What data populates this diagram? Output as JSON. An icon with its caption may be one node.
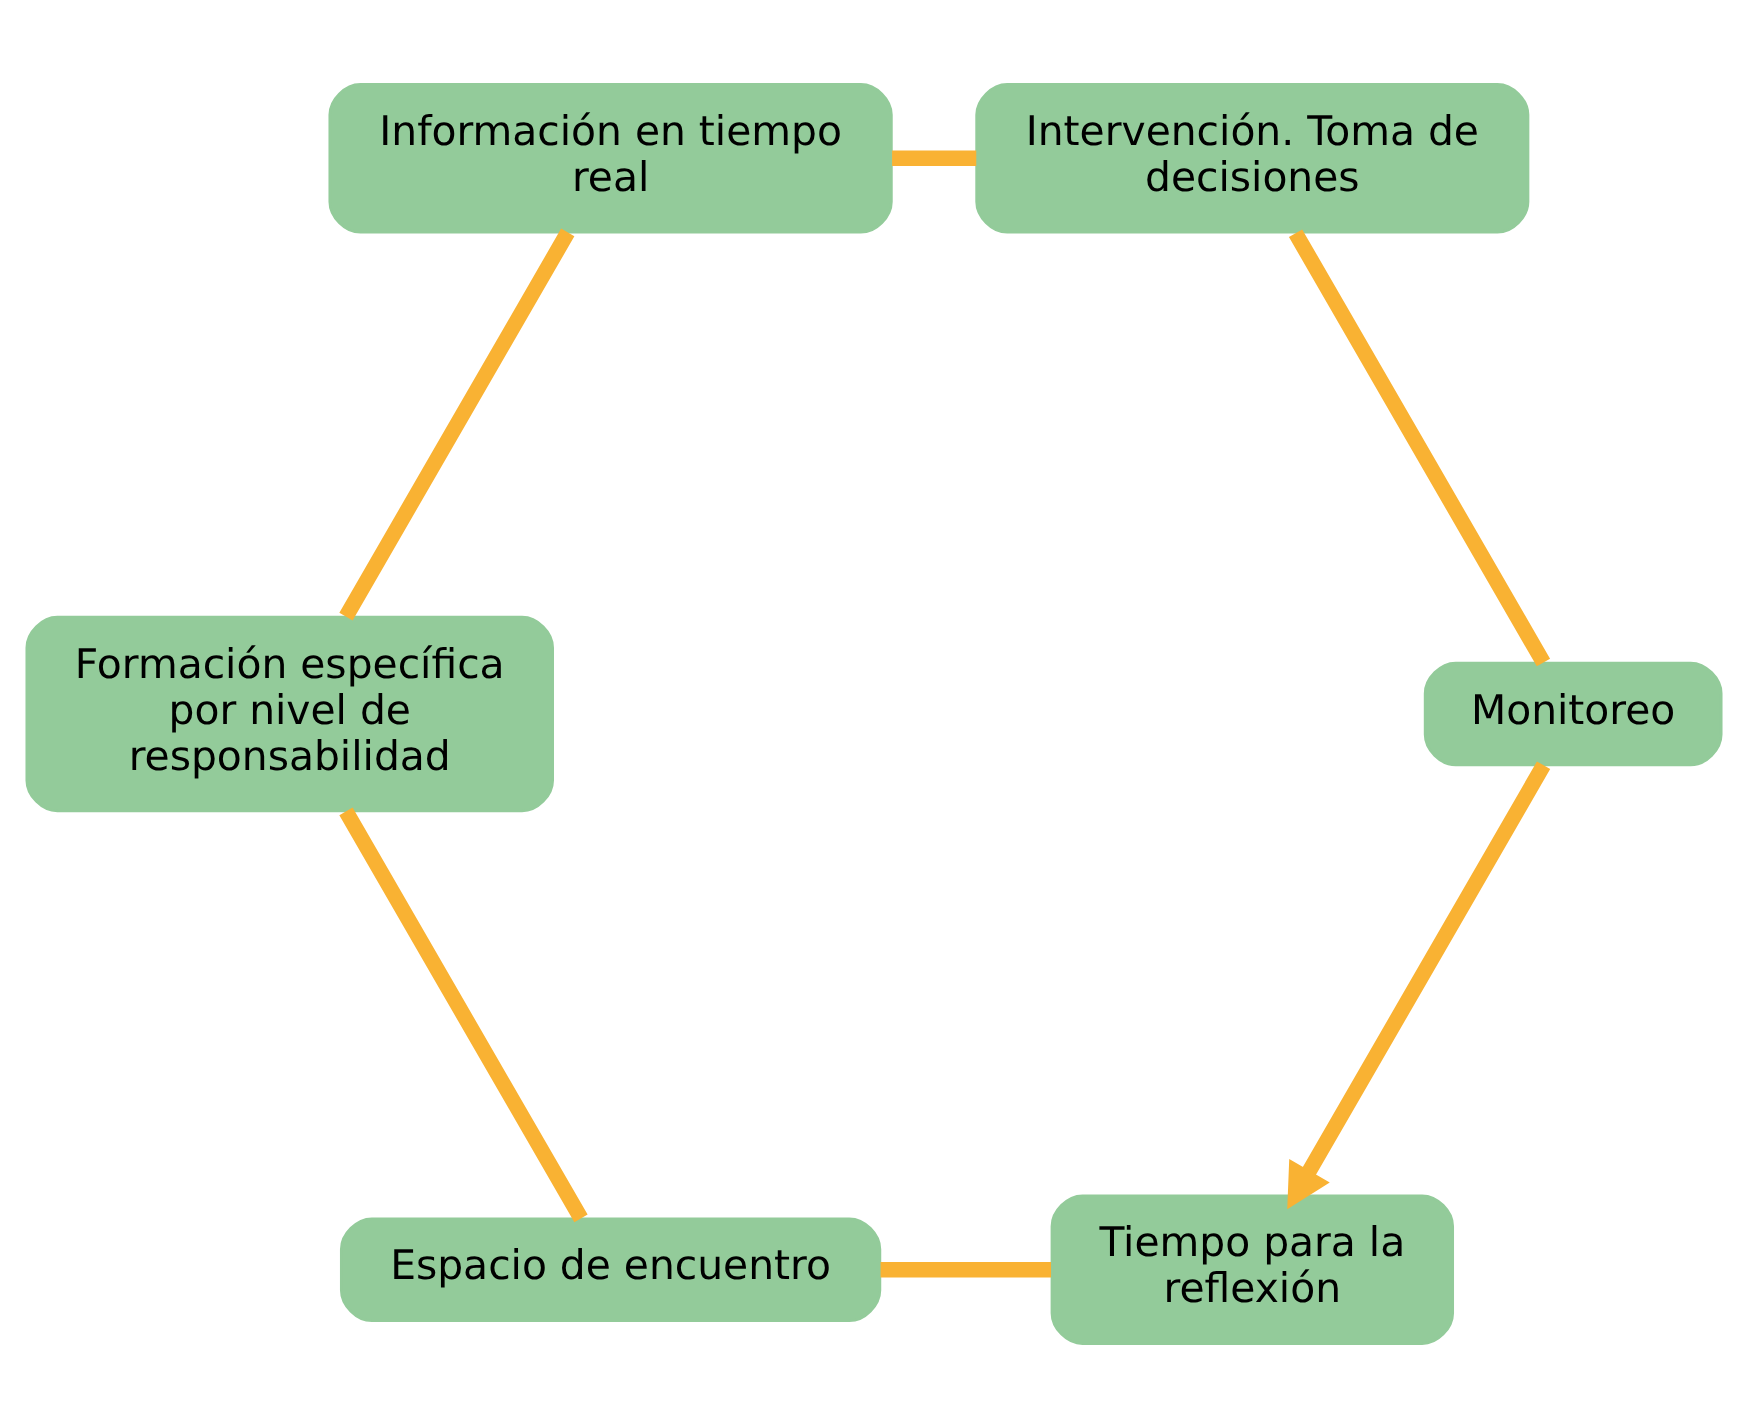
{
  "diagram": {
    "nodes": [
      {
        "text": [
          "Tiempo para la reflexión"
        ]
      },
      {
        "text": [
          "Espacio de encuentro"
        ]
      },
      {
        "text": [
          "Formación específica por nivel de responsabilidad"
        ]
      },
      {
        "text": [
          "Información en tiempo real"
        ]
      },
      {
        "text": [
          "Intervención. Toma de decisiones"
        ]
      },
      {
        "text": [
          "Monitoreo"
        ]
      }
    ],
    "edges": [
      {
        "from": 0,
        "to": 1,
        "arrow": "none"
      },
      {
        "from": 1,
        "to": 2,
        "arrow": "none"
      },
      {
        "from": 2,
        "to": 3,
        "arrow": "none"
      },
      {
        "from": 3,
        "to": 4,
        "arrow": "none"
      },
      {
        "from": 4,
        "to": 5,
        "arrow": "none"
      },
      {
        "from": 5,
        "to": 0,
        "arrow": "to"
      }
    ]
  }
}
